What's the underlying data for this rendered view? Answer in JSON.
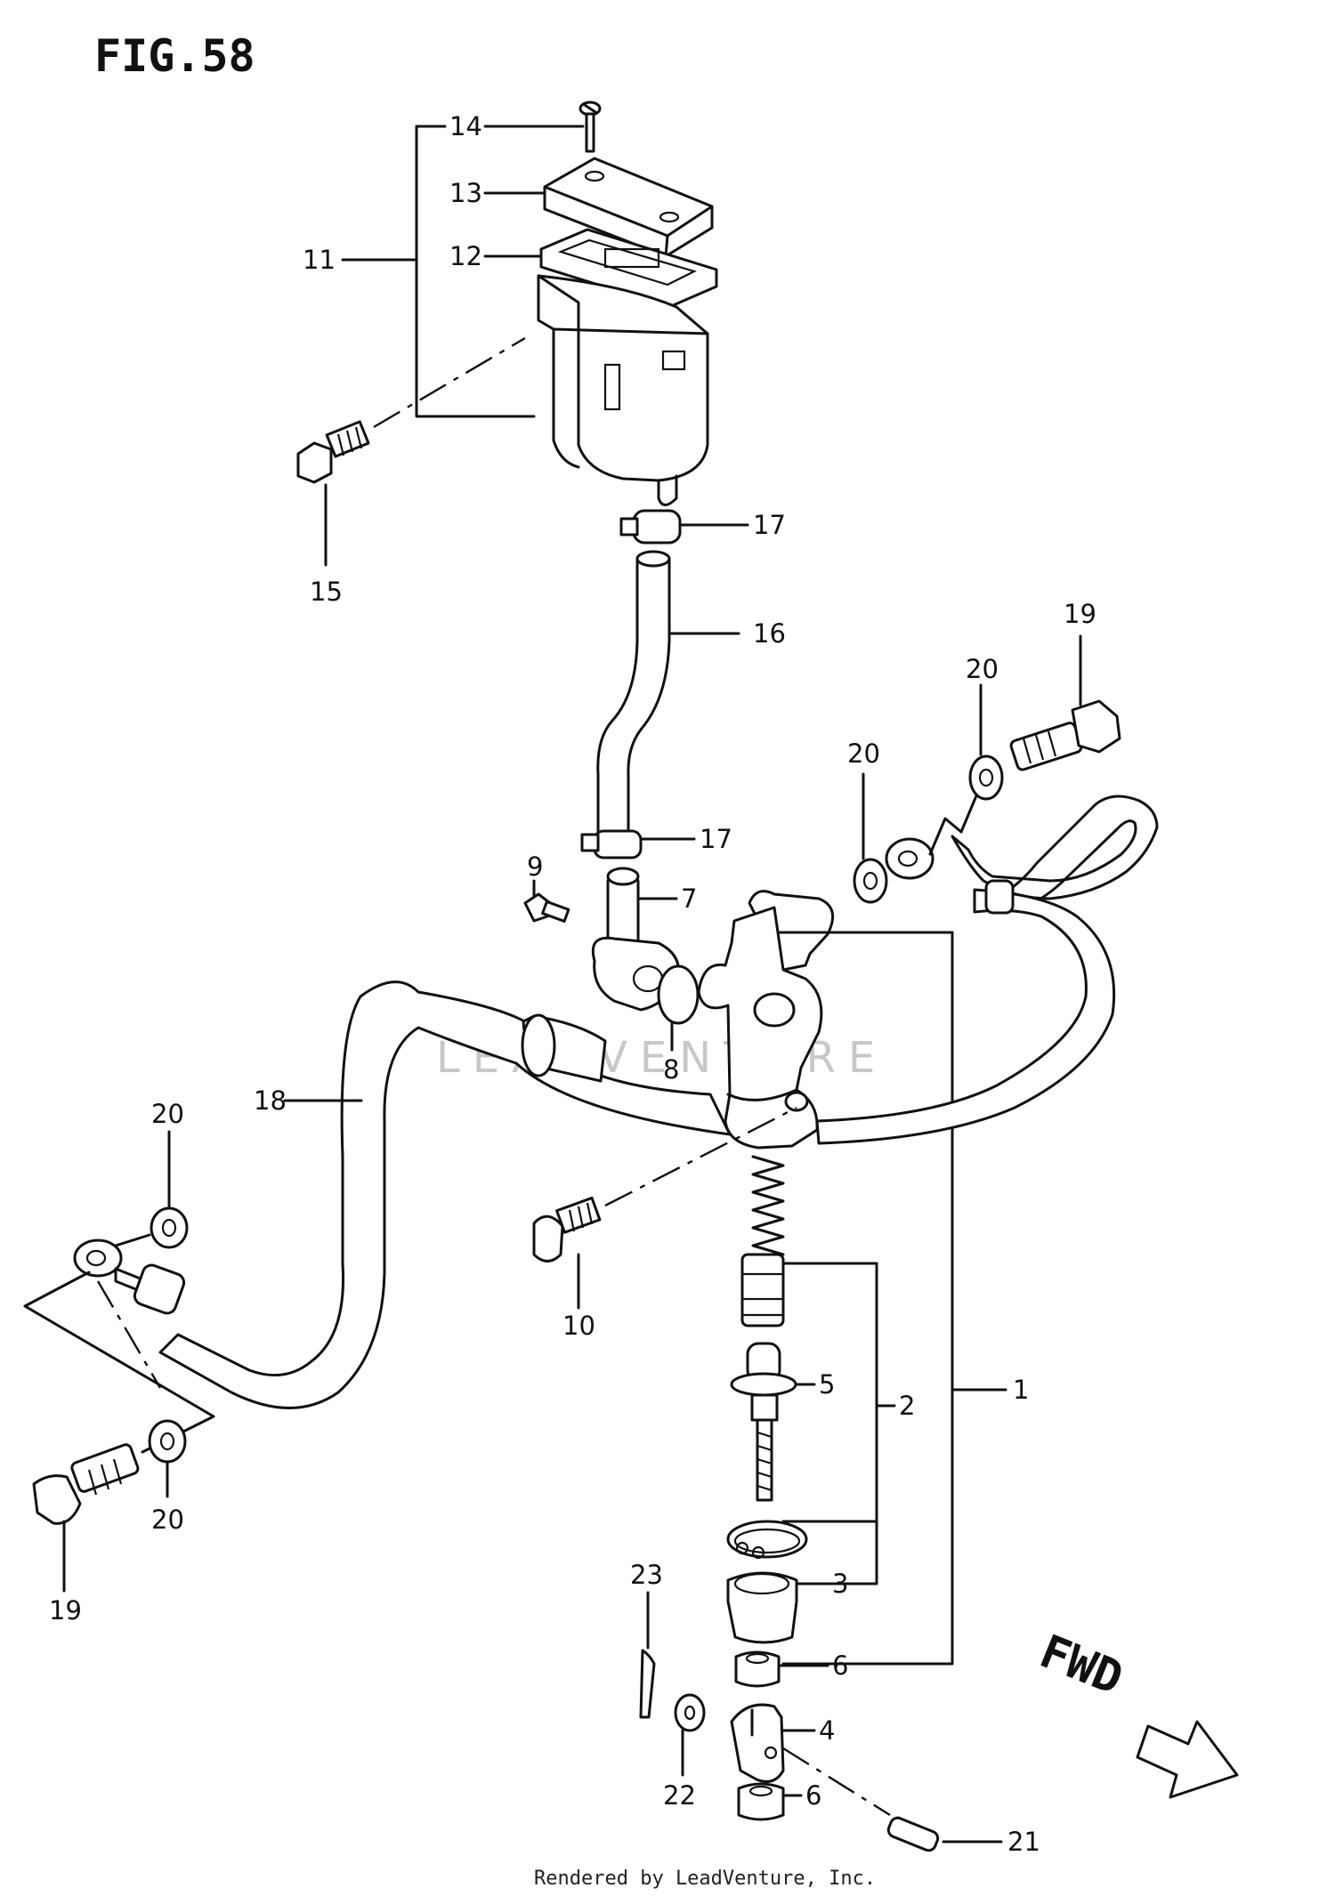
{
  "figure": {
    "title": "FIG.58",
    "direction_label": "FWD",
    "credit": "Rendered by LeadVenture, Inc.",
    "watermark": "LEADVENTURE",
    "colors": {
      "line": "#111111",
      "background": "#ffffff",
      "watermark": "#c8c8c8"
    }
  },
  "callouts": {
    "c1": "1",
    "c2": "2",
    "c3": "3",
    "c4": "4",
    "c5": "5",
    "c6a": "6",
    "c6b": "6",
    "c7": "7",
    "c8": "8",
    "c9": "9",
    "c10": "10",
    "c11": "11",
    "c12": "12",
    "c13": "13",
    "c14": "14",
    "c15": "15",
    "c16": "16",
    "c17a": "17",
    "c17b": "17",
    "c18": "18",
    "c19a": "19",
    "c19b": "19",
    "c20a": "20",
    "c20b": "20",
    "c20c": "20",
    "c20d": "20",
    "c21": "21",
    "c22": "22",
    "c23": "23"
  }
}
